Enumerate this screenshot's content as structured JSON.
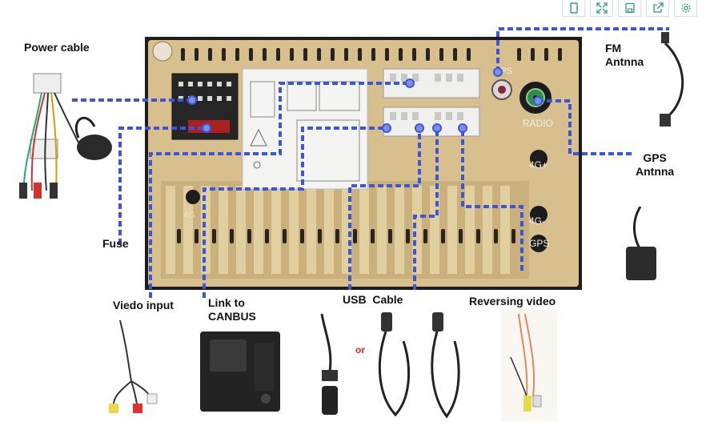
{
  "toolbar": {
    "icons": [
      "phone-view-icon",
      "expand-icon",
      "save-icon",
      "share-icon",
      "settings-icon"
    ],
    "accent": "#2e9d6c"
  },
  "labels": {
    "power_cable": "Power cable",
    "fm_antenna": "FM\nAntnna",
    "gps_antenna": "GPS\nAntnna",
    "fuse": "Fuse",
    "video_input": "Viedo input",
    "canbus": "Link to\nCANBUS",
    "usb": "USB  Cable",
    "or": "or",
    "reversing": "Reversing video"
  },
  "unit_text": {
    "radio": "RADIO",
    "gps_port": "GPS",
    "g4_top": "4G+",
    "g4_bottom": "4G-",
    "gps_bottom": "GPS",
    "left_4g": "4G"
  },
  "colors": {
    "panel": "#d7bf8e",
    "panel_dark": "#b89f6c",
    "dash": "#3d56d6",
    "dash_alt": "#7c8fe6",
    "sticker": "#f4f4f2"
  }
}
